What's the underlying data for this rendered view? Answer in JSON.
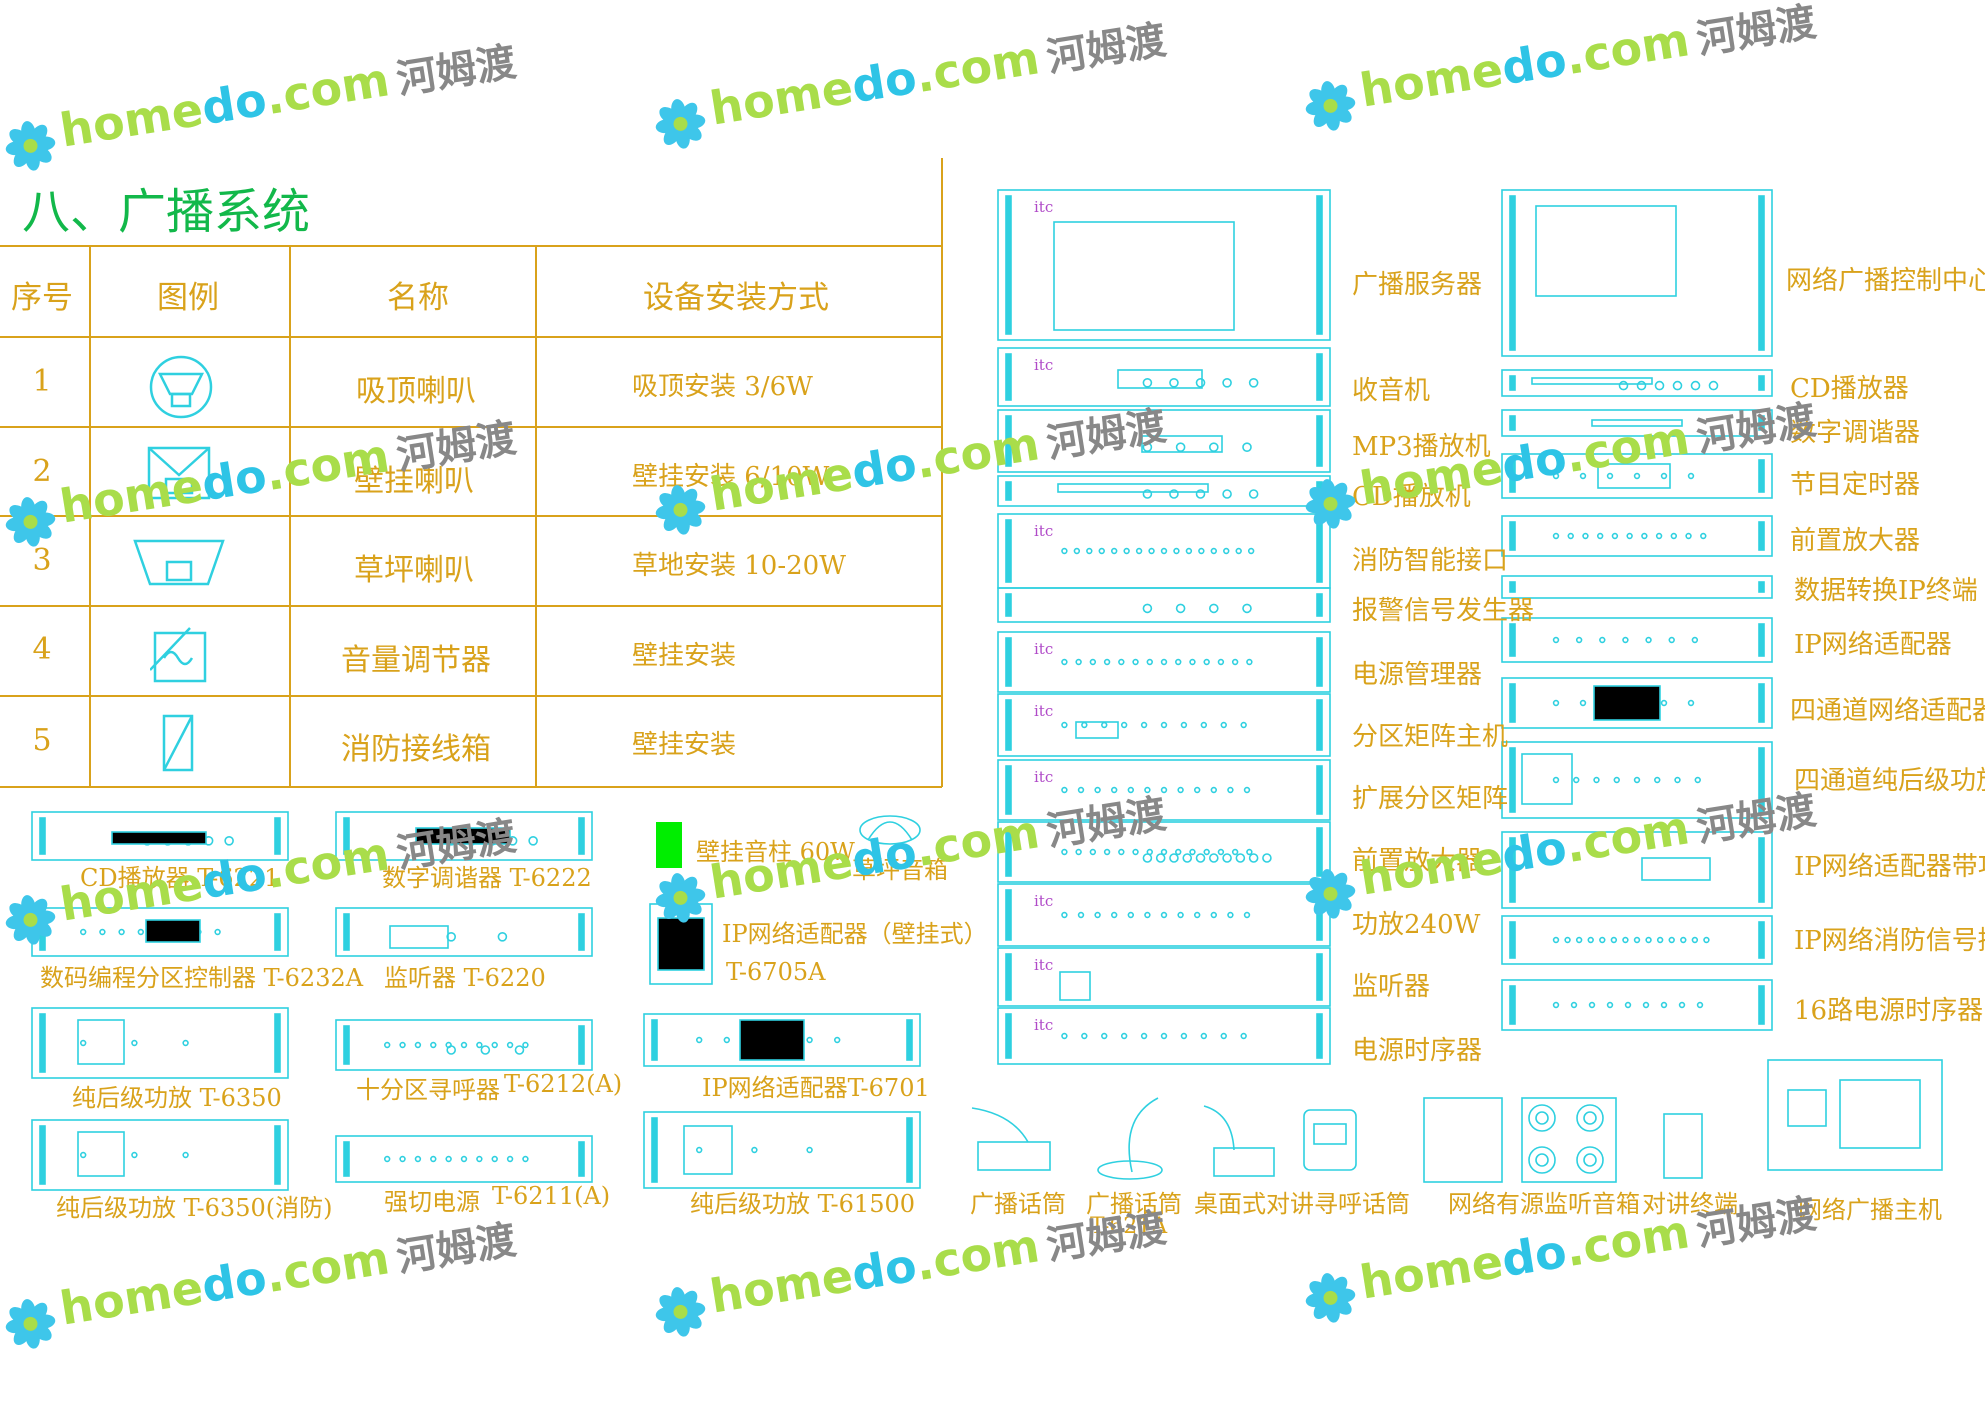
{
  "title": "八、广播系统",
  "table": {
    "headers": [
      "序号",
      "图例",
      "名称",
      "设备安装方式"
    ],
    "rows": [
      {
        "no": "1",
        "icon": "ceiling-speaker-icon",
        "name": "吸顶喇叭",
        "install": "吸顶安装 3/6W"
      },
      {
        "no": "2",
        "icon": "wall-speaker-icon",
        "name": "壁挂喇叭",
        "install": "壁挂安装 6/10W"
      },
      {
        "no": "3",
        "icon": "lawn-speaker-icon",
        "name": "草坪喇叭",
        "install": "草地安装 10-20W"
      },
      {
        "no": "4",
        "icon": "volume-control-icon",
        "name": "音量调节器",
        "install": "壁挂安装"
      },
      {
        "no": "5",
        "icon": "fire-junction-box-icon",
        "name": "消防接线箱",
        "install": "壁挂安装"
      }
    ]
  },
  "lower_left_devices": [
    "CD播放器 T-6221",
    "数字调谐器 T-6222",
    "数码编程分区控制器 T-6232A",
    "监听器 T-6220",
    "纯后级功放 T-6350",
    "十分区寻呼器",
    "T-6212(A)",
    "纯后级功放 T-6350(消防)",
    "强切电源",
    "T-6211(A)"
  ],
  "middle_devices": {
    "column_speaker": "壁挂音柱 60W",
    "lawn_speaker": "草坪音箱",
    "ip_adapter_wall": "IP网络适配器（壁挂式）",
    "ip_adapter_wall_model": "T-6705A",
    "ip_adapter": "IP网络适配器T-6701",
    "power_amp": "纯后级功放 T-61500"
  },
  "rack_center": {
    "brand": "itc",
    "labels": [
      "广播服务器",
      "收音机",
      "MP3播放机",
      "CD播放机",
      "消防智能接口",
      "报警信号发生器",
      "电源管理器",
      "分区矩阵主机",
      "扩展分区矩阵",
      "前置放大器",
      "功放240W",
      "监听器",
      "电源时序器"
    ]
  },
  "rack_right": {
    "labels": [
      "网络广播控制中心",
      "CD播放器",
      "数字调谐器",
      "节目定时器",
      "前置放大器",
      "数据转换IP终端",
      "IP网络适配器",
      "四通道网络适配器",
      "四通道纯后级功放",
      "IP网络适配器带功放",
      "IP网络消防信号接口",
      "16路电源时序器"
    ]
  },
  "bottom_devices": [
    "广播话筒",
    "广播话筒",
    "T-621A",
    "桌面式对讲寻呼话筒",
    "网络有源监听音箱",
    "对讲终端",
    "网络广播主机"
  ],
  "watermark": {
    "prefix": "home",
    "accent": "do",
    "suffix": ".com",
    "cn": "河姆渡"
  },
  "colors": {
    "line": "#d9a21b",
    "cad": "#2fd0e0",
    "title": "#12b84a",
    "green_block": "#00ee00"
  }
}
